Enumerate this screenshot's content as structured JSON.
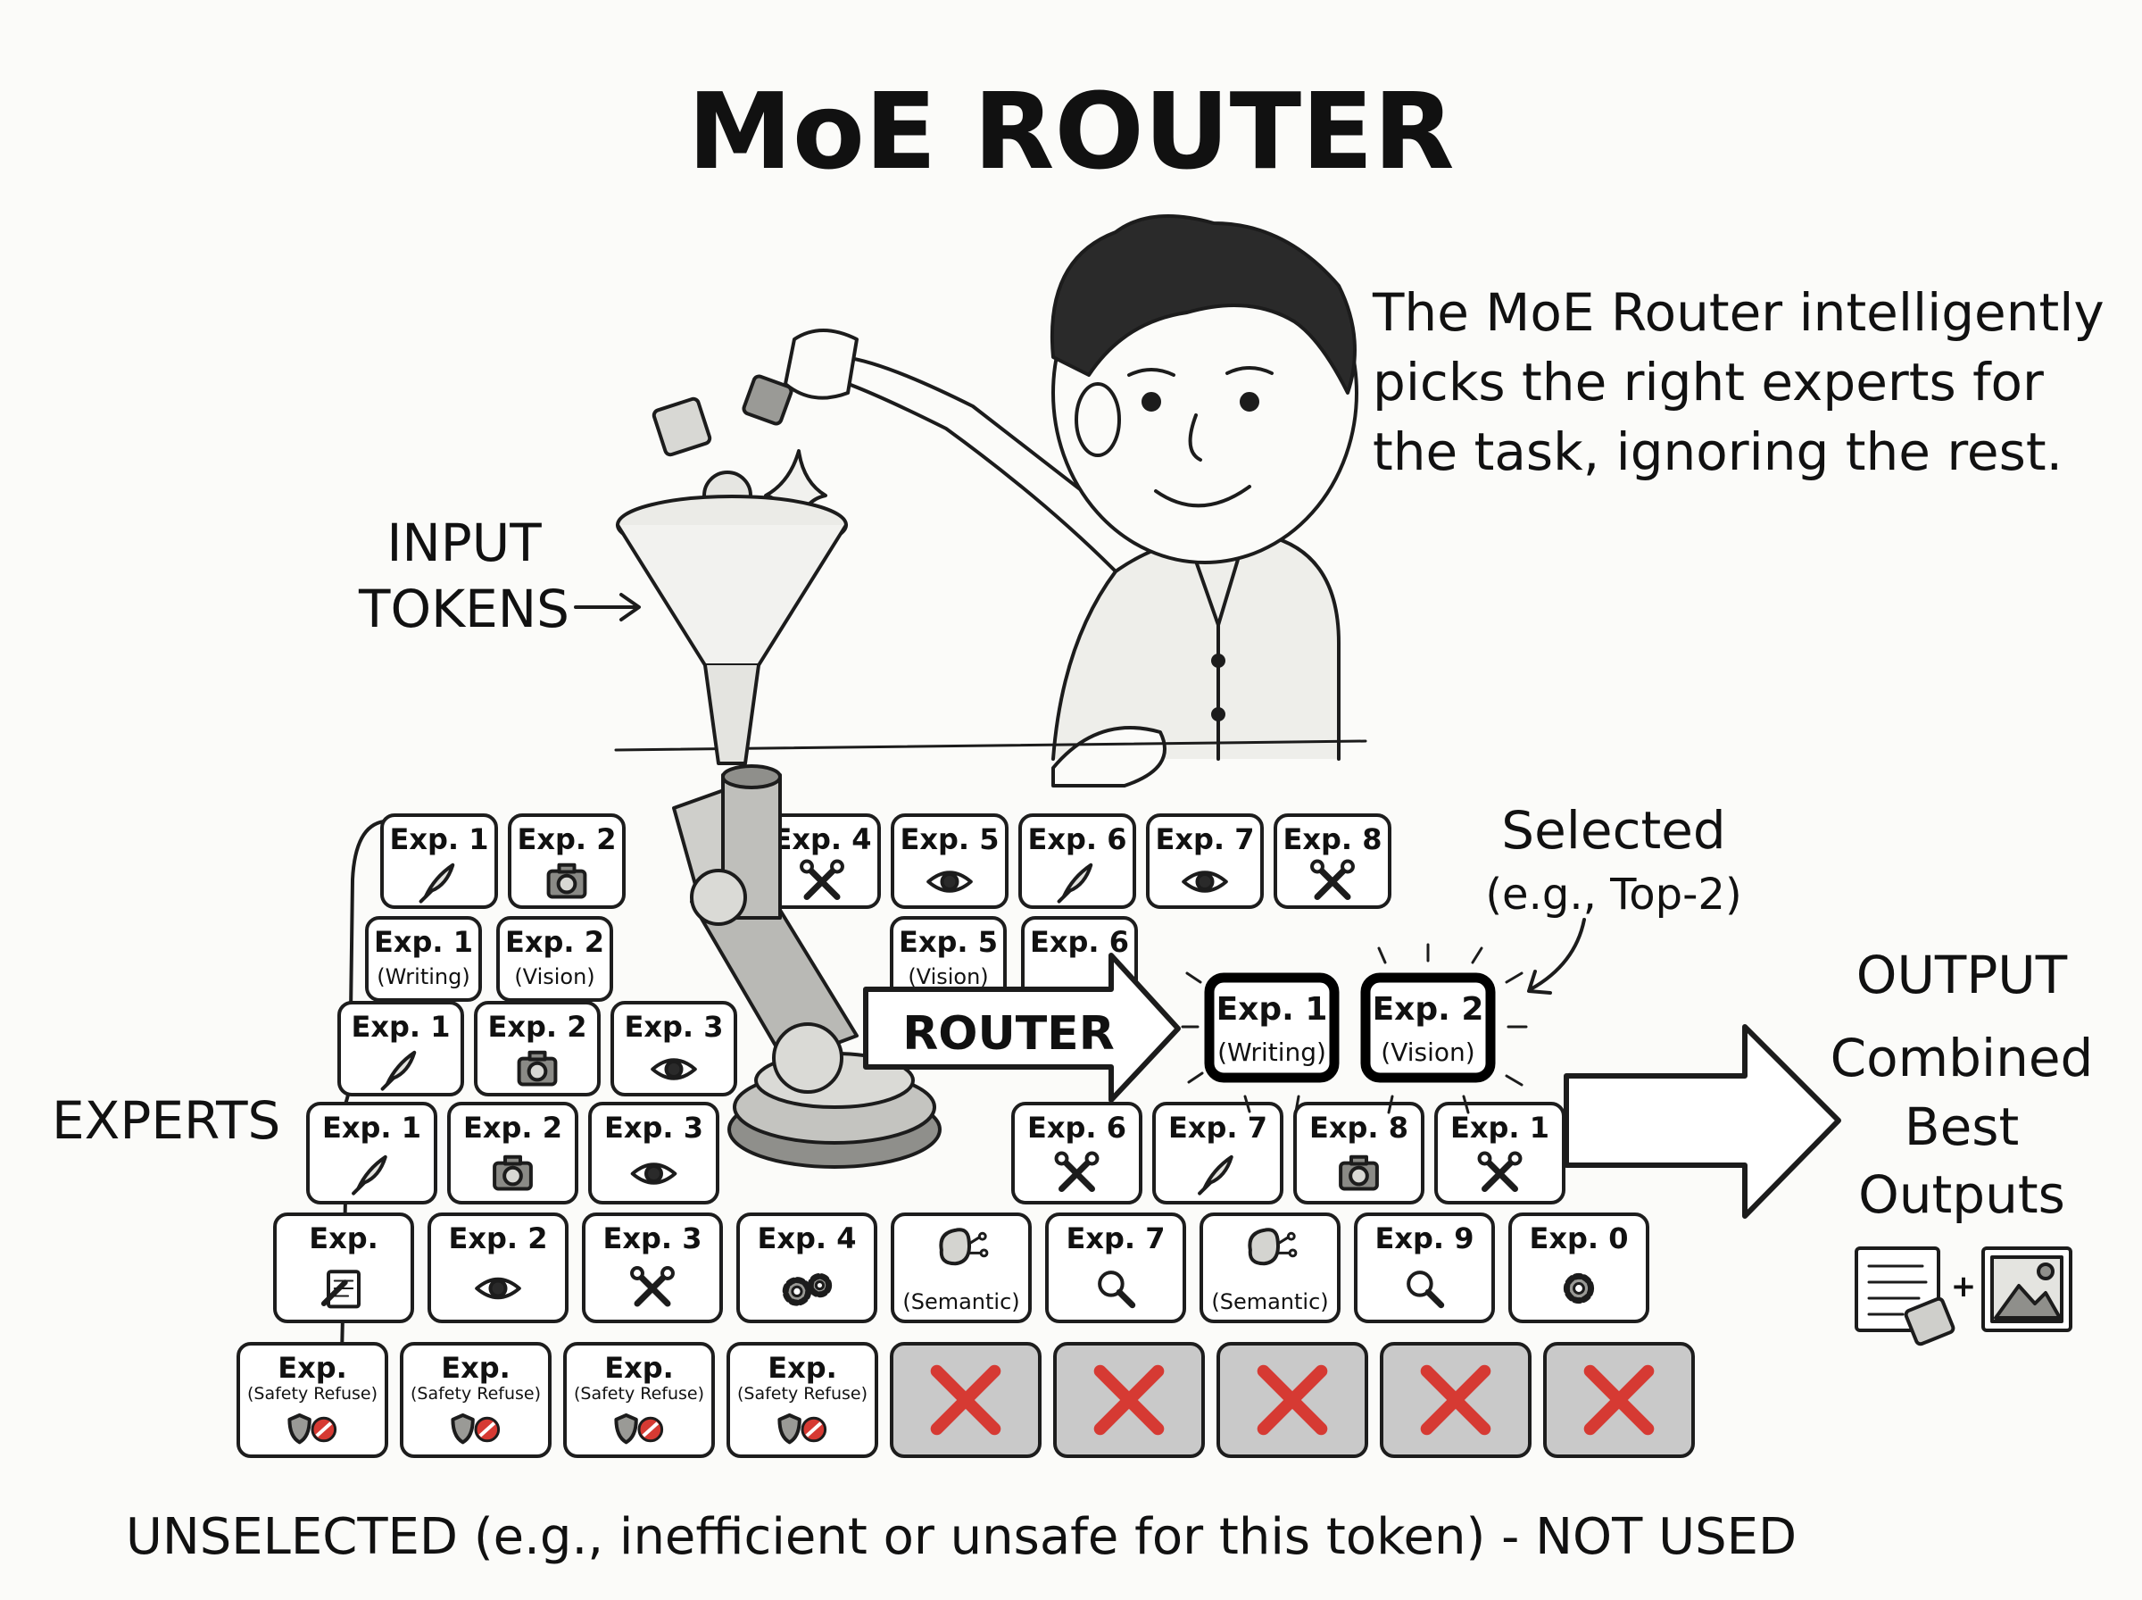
{
  "title": "MoE ROUTER",
  "caption_lines": [
    "The MoE Router intelligently",
    "picks the right experts for",
    "the task, ignoring the rest."
  ],
  "labels": {
    "input_tokens": [
      "INPUT",
      "TOKENS"
    ],
    "experts": "EXPERTS",
    "router": "ROUTER",
    "selected": [
      "Selected",
      "(e.g., Top-2)"
    ],
    "output_title": "OUTPUT",
    "output_desc": [
      "Combined",
      "Best",
      "Outputs"
    ],
    "unselected": "UNSELECTED (e.g., inefficient or unsafe for this token) - NOT USED"
  },
  "selected_experts": [
    {
      "title": "Exp. 1",
      "sub": "(Writing)"
    },
    {
      "title": "Exp. 2",
      "sub": "(Vision)"
    }
  ],
  "expert_rows": [
    [
      {
        "title": "Exp. 1",
        "icon": "quill-icon"
      },
      {
        "title": "Exp. 2",
        "icon": "camera-icon"
      },
      {
        "title": "Exp",
        "icon": "",
        "hidden": true
      },
      {
        "title": "Exp. 4",
        "icon": "tools-icon"
      },
      {
        "title": "Exp. 5",
        "icon": "eye-icon"
      },
      {
        "title": "Exp. 6",
        "icon": "quill-icon"
      },
      {
        "title": "Exp. 7",
        "icon": "eye-icon"
      },
      {
        "title": "Exp. 8",
        "icon": "tools-icon"
      }
    ],
    [
      {
        "title": "Exp. 1",
        "sub": "(Writing)"
      },
      {
        "title": "Exp. 2",
        "sub": "(Vision)"
      },
      {
        "title": "Exp",
        "sub": "(Writi",
        "hidden": true
      },
      {
        "title": "Exp. 4",
        "hidden": true
      },
      {
        "title": "Exp. 5",
        "sub": "(Vision)"
      },
      {
        "title": "Exp. 6"
      },
      {
        "title": "Exp. 7",
        "hidden": true
      },
      {
        "title": "Exp. 8",
        "hidden": true
      }
    ],
    [
      {
        "title": "Exp. 1",
        "icon": "quill-icon"
      },
      {
        "title": "Exp. 2",
        "icon": "camera-icon"
      },
      {
        "title": "Exp. 3",
        "icon": "eye-icon"
      }
    ],
    [
      {
        "title": "Exp. 1",
        "icon": "quill-icon"
      },
      {
        "title": "Exp. 2",
        "icon": "camera-icon"
      },
      {
        "title": "Exp. 3",
        "icon": "eye-icon"
      },
      {
        "title": "Exp. 6",
        "icon": "tools-icon"
      },
      {
        "title": "Exp. 7",
        "icon": "quill-icon"
      },
      {
        "title": "Exp. 8",
        "icon": "camera-icon"
      },
      {
        "title": "Exp. 1",
        "icon": "tools-icon"
      }
    ],
    [
      {
        "title": "Exp.",
        "icon": "notepad-icon"
      },
      {
        "title": "Exp. 2",
        "icon": "eye-icon"
      },
      {
        "title": "Exp. 3",
        "icon": "tools-icon"
      },
      {
        "title": "Exp. 4",
        "icon": "gears-icon"
      },
      {
        "title": "",
        "sub": "(Semantic)",
        "icon": "brain-icon"
      },
      {
        "title": "Exp. 7",
        "icon": "magnifier-icon"
      },
      {
        "title": "",
        "sub": "(Semantic)",
        "icon": "brain-icon"
      },
      {
        "title": "Exp. 9",
        "icon": "magnifier-icon"
      },
      {
        "title": "Exp. 0",
        "icon": "gear-icon"
      }
    ],
    [
      {
        "title": "Exp.",
        "sub": "(Safety Refuse)",
        "icon": "shield-stop-icon"
      },
      {
        "title": "Exp.",
        "sub": "(Safety Refuse)",
        "icon": "shield-stop-icon"
      },
      {
        "title": "Exp.",
        "sub": "(Safety Refuse)",
        "icon": "shield-stop-icon"
      },
      {
        "title": "Exp.",
        "sub": "(Safety Refuse)",
        "icon": "shield-stop-icon"
      },
      {
        "title": "",
        "icon": "red-x-icon",
        "rejected": true
      },
      {
        "title": "",
        "icon": "red-x-icon",
        "rejected": true
      },
      {
        "title": "",
        "icon": "red-x-icon",
        "rejected": true
      },
      {
        "title": "",
        "icon": "red-x-icon",
        "rejected": true
      },
      {
        "title": "",
        "icon": "red-x-icon",
        "rejected": true
      }
    ]
  ],
  "colors": {
    "ink": "#1c1c1c",
    "reject_x": "#d63a33",
    "reject_fill": "#c9c9c9",
    "paper": "#fbfbf9"
  }
}
